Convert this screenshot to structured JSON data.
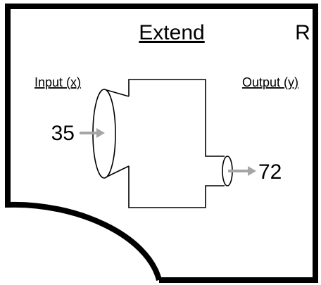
{
  "title": "Extend",
  "corner_letter": "R",
  "input": {
    "label": "Input (x)",
    "value": "35"
  },
  "output": {
    "label": "Output (y)",
    "value": "72"
  },
  "colors": {
    "line": "#000000",
    "arrow": "#a6a6a6",
    "background": "#ffffff"
  }
}
